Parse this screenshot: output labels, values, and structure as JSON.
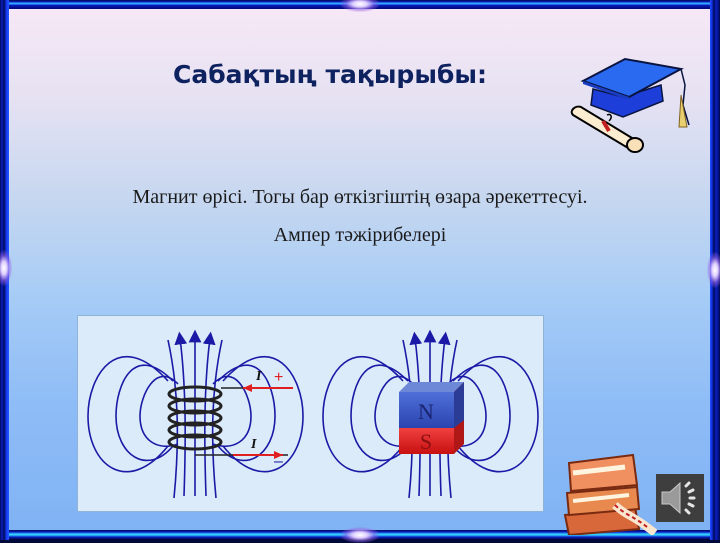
{
  "slide": {
    "title": "Сабақтың тақырыбы:",
    "subtitle_line1": "Магнит өрісі. Тогы бар өткізгіштің өзара әрекеттесуі.",
    "subtitle_line2": "Ампер тәжірибелері"
  },
  "diagram": {
    "coil_current_top_label": "I",
    "coil_current_bottom_label": "I",
    "coil_plus_label": "+",
    "coil_minus_label": "–",
    "magnet_north_label": "N",
    "magnet_south_label": "S",
    "field_line_color": "#1a1aa6",
    "north_color": "#3050c0",
    "south_color": "#e02020",
    "current_arrow_color": "#e02020"
  },
  "icons": {
    "graduation_cap": "graduation-cap-icon",
    "diploma_scroll": "diploma-scroll-icon",
    "books": "books-icon",
    "speaker": "speaker-icon"
  },
  "colors": {
    "title": "#0f2260",
    "frame": "#0a1ec8",
    "frame_highlight": "#33aaff"
  }
}
